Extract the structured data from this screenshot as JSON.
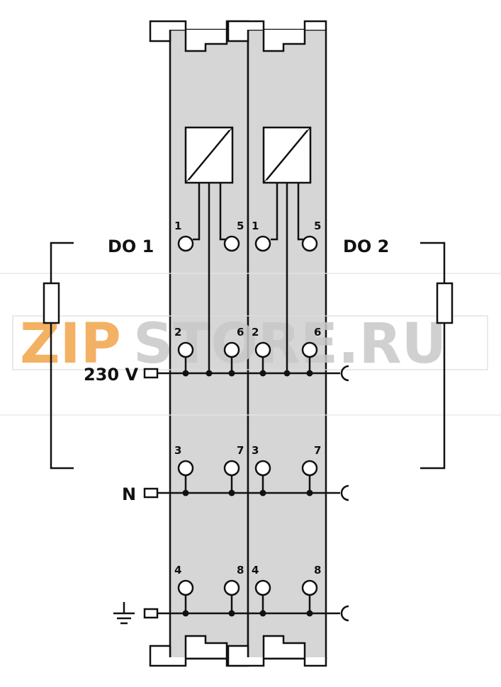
{
  "diagram": {
    "output_labels": {
      "left": "DO 1",
      "right": "DO 2"
    },
    "rail_labels": {
      "supply": "230 V",
      "neutral": "N"
    },
    "ground_symbol": "ground-icon",
    "modules": [
      {
        "terminals": [
          "1",
          "5",
          "2",
          "6",
          "3",
          "7",
          "4",
          "8"
        ]
      },
      {
        "terminals": [
          "1",
          "5",
          "2",
          "6",
          "3",
          "7",
          "4",
          "8"
        ]
      }
    ]
  },
  "watermark": {
    "zip": "ZIP",
    "store": "STORE.RU"
  },
  "colors": {
    "module_fill": "#d6d6d6",
    "stroke": "#111111",
    "watermark_orange": "#f2a44a",
    "watermark_gray": "#c8c8c8"
  }
}
